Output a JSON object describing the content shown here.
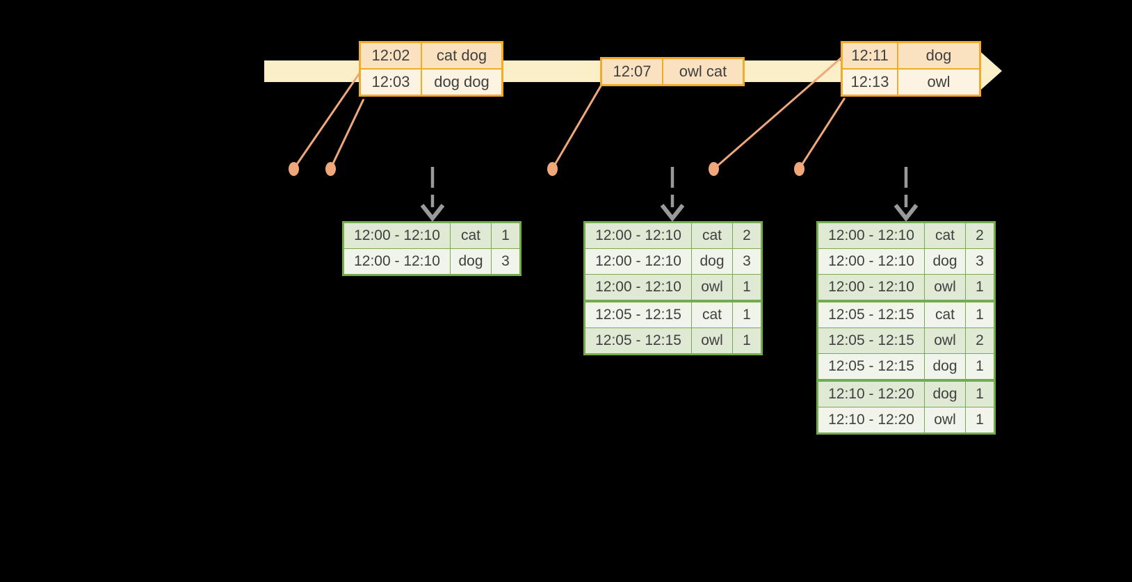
{
  "colors": {
    "background": "#000000",
    "timeline_band": "#FBEFC9",
    "event_table_border": "#F0AC28",
    "event_fill_dark": "#FAE2C1",
    "event_fill_light": "#FDF3E2",
    "connector_salmon": "#F0A87A",
    "trigger_arrow_gray": "#9A9A9A",
    "result_table_border": "#74AB4D",
    "result_fill_dark": "#DFE9D4",
    "result_fill_light": "#F0F4EA",
    "text": "#404040"
  },
  "timeline": {
    "event_tables": [
      {
        "rows": [
          {
            "time": "12:02",
            "words": "cat dog"
          },
          {
            "time": "12:03",
            "words": "dog dog"
          }
        ]
      },
      {
        "rows": [
          {
            "time": "12:07",
            "words": "owl cat"
          }
        ]
      },
      {
        "rows": [
          {
            "time": "12:11",
            "words": "dog"
          },
          {
            "time": "12:13",
            "words": "owl"
          }
        ]
      }
    ]
  },
  "result_tables": [
    {
      "groups": [
        [
          {
            "window": "12:00 - 12:10",
            "word": "cat",
            "count": "1"
          },
          {
            "window": "12:00 - 12:10",
            "word": "dog",
            "count": "3"
          }
        ]
      ]
    },
    {
      "groups": [
        [
          {
            "window": "12:00 - 12:10",
            "word": "cat",
            "count": "2"
          },
          {
            "window": "12:00 - 12:10",
            "word": "dog",
            "count": "3"
          },
          {
            "window": "12:00 - 12:10",
            "word": "owl",
            "count": "1"
          }
        ],
        [
          {
            "window": "12:05 - 12:15",
            "word": "cat",
            "count": "1"
          },
          {
            "window": "12:05 - 12:15",
            "word": "owl",
            "count": "1"
          }
        ]
      ]
    },
    {
      "groups": [
        [
          {
            "window": "12:00 - 12:10",
            "word": "cat",
            "count": "2"
          },
          {
            "window": "12:00 - 12:10",
            "word": "dog",
            "count": "3"
          },
          {
            "window": "12:00 - 12:10",
            "word": "owl",
            "count": "1"
          }
        ],
        [
          {
            "window": "12:05 - 12:15",
            "word": "cat",
            "count": "1"
          },
          {
            "window": "12:05 - 12:15",
            "word": "owl",
            "count": "2"
          },
          {
            "window": "12:05 - 12:15",
            "word": "dog",
            "count": "1"
          }
        ],
        [
          {
            "window": "12:10 - 12:20",
            "word": "dog",
            "count": "1"
          },
          {
            "window": "12:10 - 12:20",
            "word": "owl",
            "count": "1"
          }
        ]
      ]
    }
  ]
}
